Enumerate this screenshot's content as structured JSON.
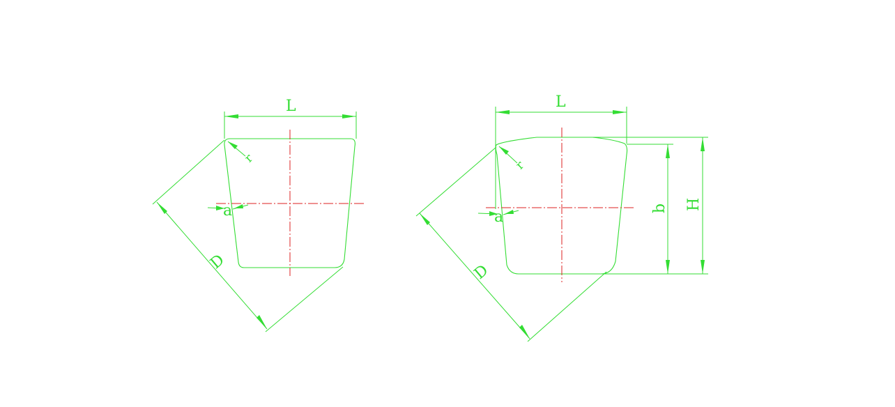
{
  "colors": {
    "outline": "#33dd33",
    "hatch": "#33bbee",
    "centerline": "#dd2222",
    "background": "#ffffff"
  },
  "left_view": {
    "label_L": "L",
    "label_D": "D",
    "label_a": "a",
    "label_r": "r"
  },
  "right_view": {
    "label_L": "L",
    "label_D": "D",
    "label_a": "a",
    "label_r": "r",
    "label_b": "b",
    "label_H": "H"
  }
}
